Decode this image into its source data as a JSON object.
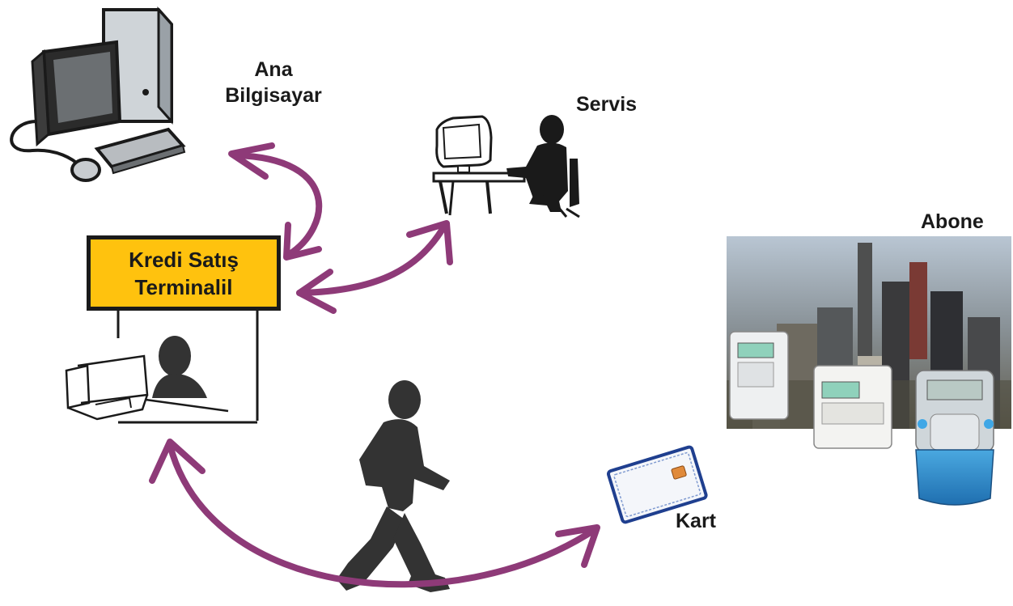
{
  "labels": {
    "main_computer_line1": "Ana",
    "main_computer_line2": "Bilgisayar",
    "service": "Servis",
    "subscriber": "Abone",
    "card": "Kart"
  },
  "terminal": {
    "line1": "Kredi Satış",
    "line2": "Terminalil"
  },
  "colors": {
    "arrow": "#8e3a78",
    "terminal_fill": "#ffc20e",
    "silhouette": "#333333"
  },
  "icons": [
    "desktop-computer-icon",
    "service-operator-icon",
    "terminal-clerk-icon",
    "walking-person-icon",
    "smart-card-icon",
    "subscriber-city-meters-image"
  ]
}
